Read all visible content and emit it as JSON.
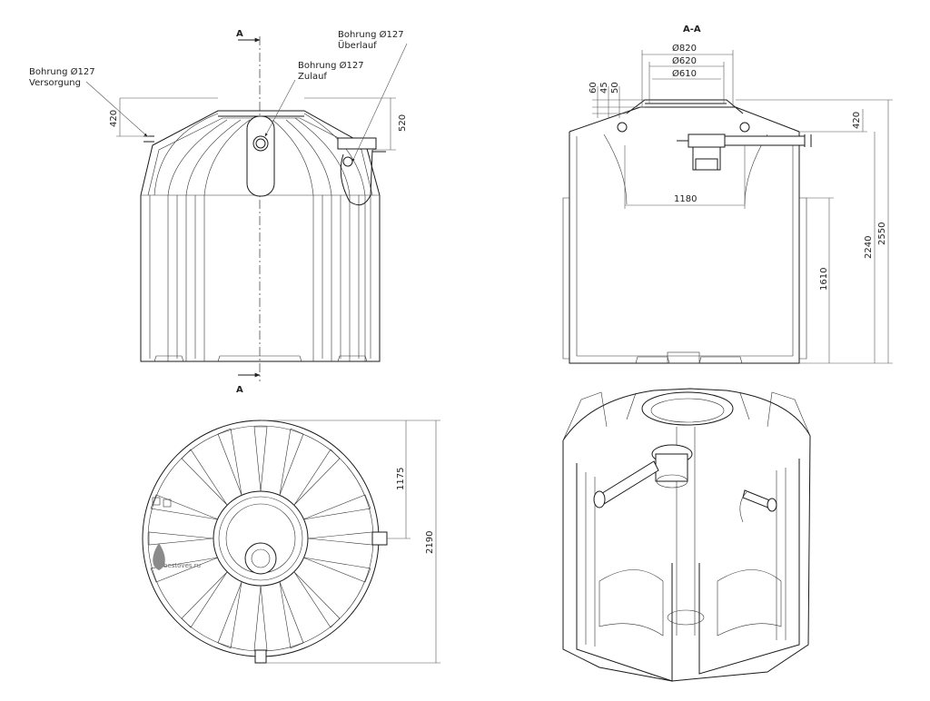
{
  "section_marks": {
    "top": "A",
    "bottom": "A",
    "section_title": "A-A"
  },
  "callouts": {
    "supply": {
      "line1": "Bohrung Ø127",
      "line2": "Versorgung"
    },
    "inlet": {
      "line1": "Bohrung Ø127",
      "line2": "Zulauf"
    },
    "overflow": {
      "line1": "Bohrung Ø127",
      "line2": "Überlauf"
    }
  },
  "front_dims": {
    "left_420": "420",
    "right_520": "520"
  },
  "section_dims": {
    "d820": "Ø820",
    "d620": "Ø620",
    "d610": "Ø610",
    "v60": "60",
    "v45": "45",
    "v50": "50",
    "w1180": "1180",
    "h420": "420",
    "h1610": "1610",
    "h2240": "2240",
    "h2550": "2550"
  },
  "plan_dims": {
    "r1175": "1175",
    "d2190": "2190"
  },
  "watermark": "bestoves.ru"
}
